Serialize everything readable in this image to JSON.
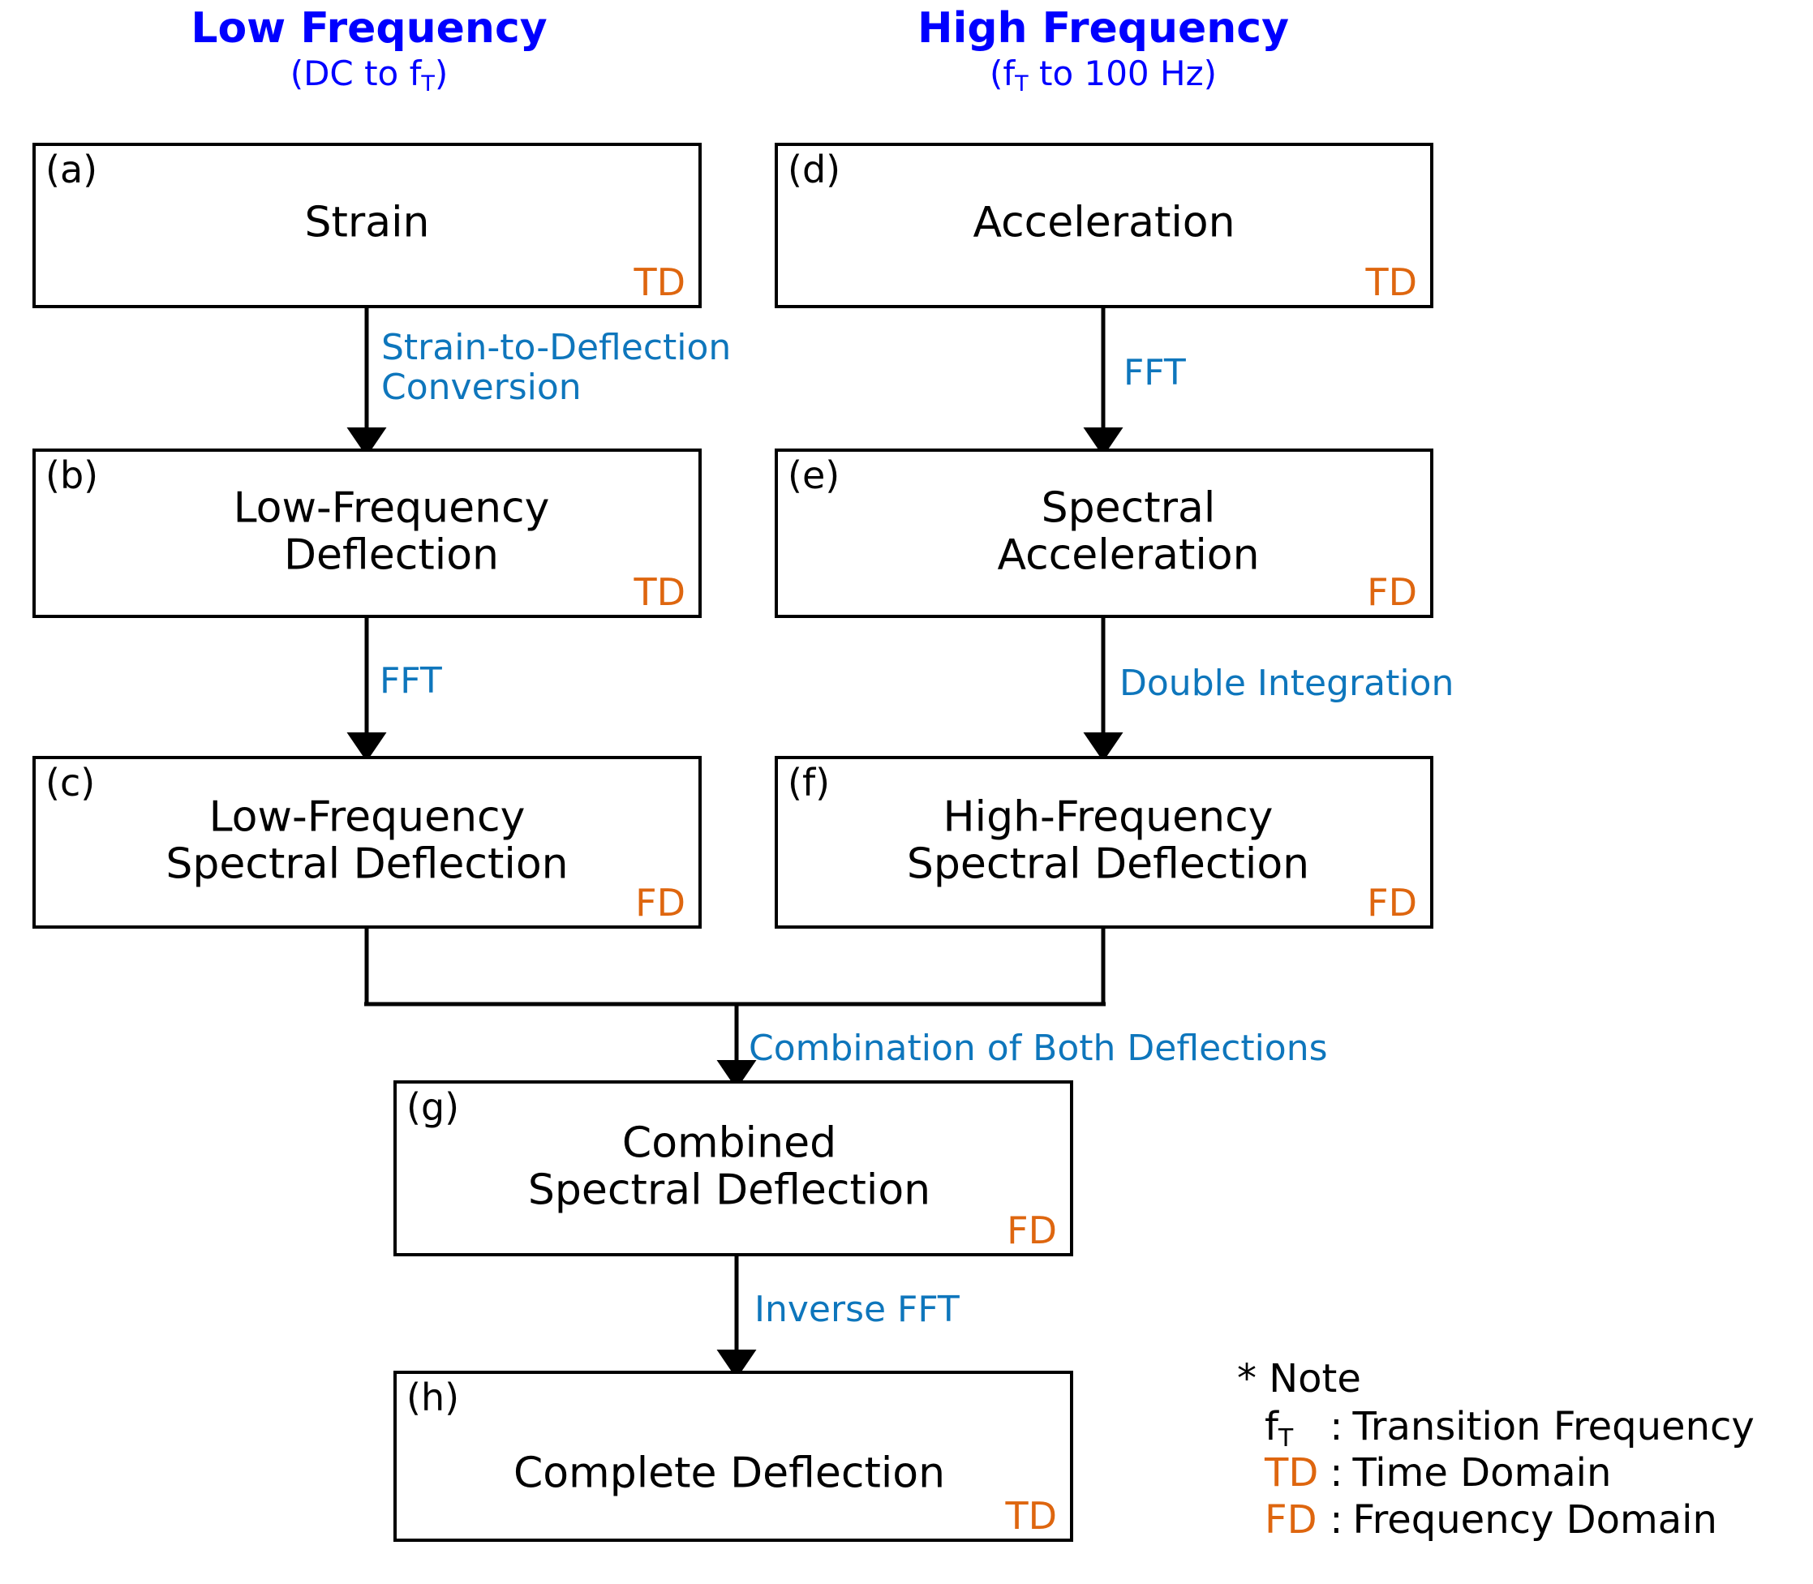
{
  "columns": [
    {
      "title": "Low Frequency",
      "subtitle_prefix": "(DC to f",
      "subtitle_sub": "T",
      "subtitle_suffix": ")"
    },
    {
      "title": "High Frequency",
      "subtitle_prefix": "(f",
      "subtitle_sub": "T",
      "subtitle_suffix": " to 100 Hz)"
    }
  ],
  "nodes": [
    {
      "tag": "(a)",
      "text": "Strain",
      "domain": "TD"
    },
    {
      "tag": "(b)",
      "text": "Low-Frequency\nDeflection",
      "domain": "TD"
    },
    {
      "tag": "(c)",
      "text": "Low-Frequency\nSpectral Deflection",
      "domain": "FD"
    },
    {
      "tag": "(d)",
      "text": "Acceleration",
      "domain": "TD"
    },
    {
      "tag": "(e)",
      "text": "Spectral\nAcceleration",
      "domain": "FD"
    },
    {
      "tag": "(f)",
      "text": "High-Frequency\nSpectral Deflection",
      "domain": "FD"
    },
    {
      "tag": "(g)",
      "text": "Combined\nSpectral Deflection",
      "domain": "FD"
    },
    {
      "tag": "(h)",
      "text": "Complete Deflection",
      "domain": "TD"
    }
  ],
  "edges": [
    {
      "label": "Strain-to-Deflection\nConversion"
    },
    {
      "label": "FFT"
    },
    {
      "label": "FFT"
    },
    {
      "label": "Double Integration"
    },
    {
      "label": "Combination of Both Deflections"
    },
    {
      "label": "Inverse FFT"
    }
  ],
  "note": {
    "title": "* Note",
    "rows": [
      {
        "key": "f",
        "key_sub": "T",
        "colon": ":",
        "value": "Transition Frequency",
        "key_color": "black"
      },
      {
        "key": "TD",
        "key_sub": "",
        "colon": ":",
        "value": "Time Domain",
        "key_color": "orange"
      },
      {
        "key": "FD",
        "key_sub": "",
        "colon": ":",
        "value": "Frequency  Domain",
        "key_color": "orange"
      }
    ]
  },
  "colors": {
    "header_blue": "#0000FF",
    "edge_blue": "#0E76BC",
    "domain_orange": "#DE660F",
    "stroke_black": "#000000",
    "background": "#FFFFFF"
  }
}
